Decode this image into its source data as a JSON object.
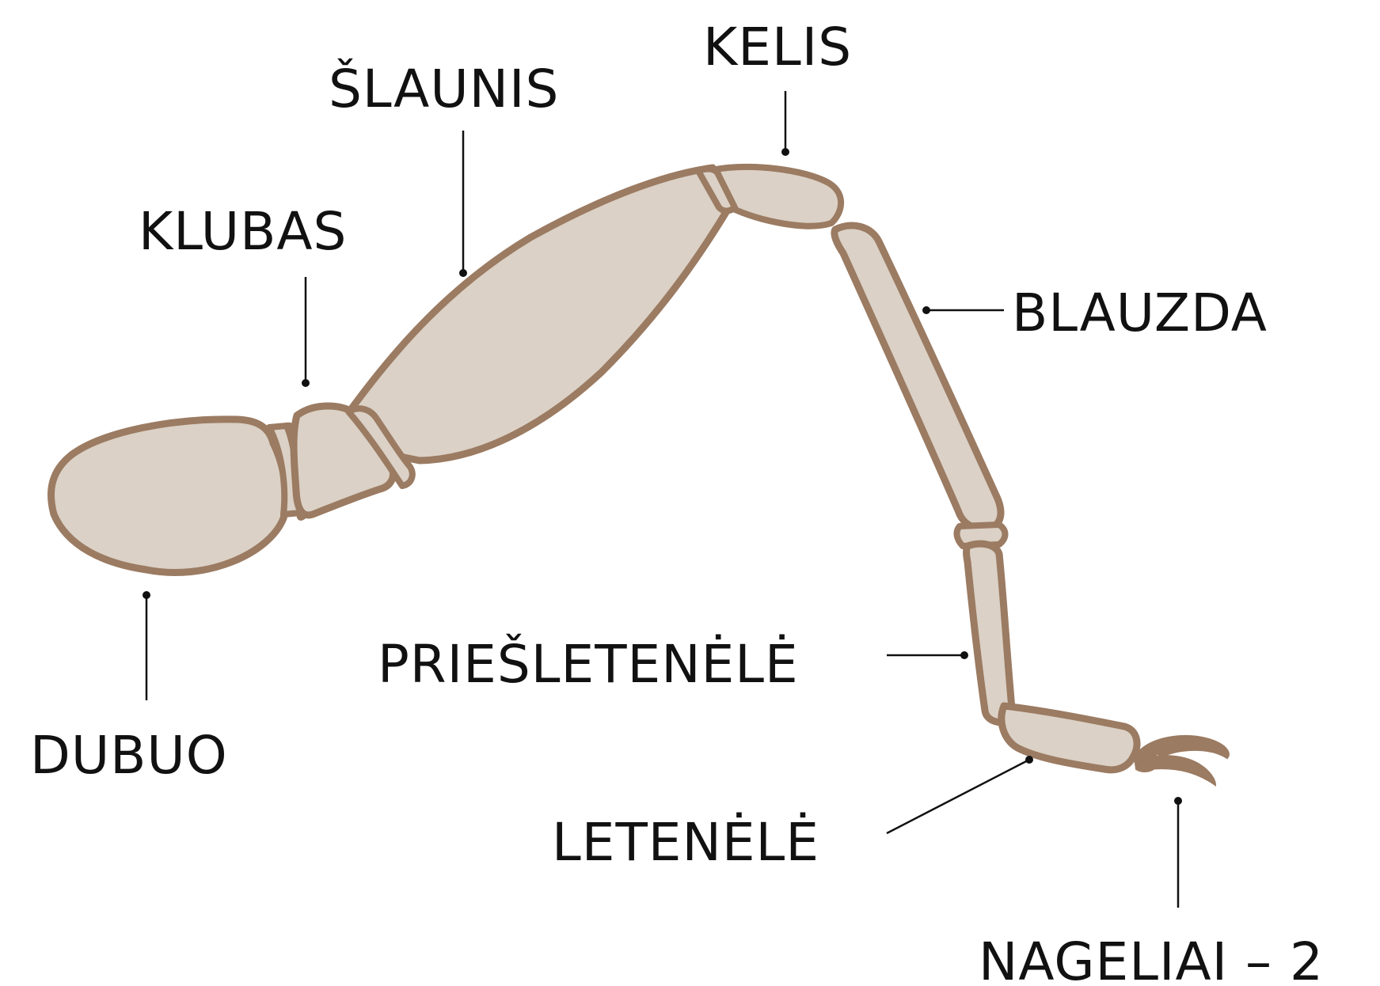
{
  "colors": {
    "fill": "#dbd1c6",
    "stroke": "#9b7b62",
    "text": "#111111"
  },
  "labels": {
    "kelis": "KELIS",
    "slaunis": "ŠLAUNIS",
    "klubas": "KLUBAS",
    "blauzda": "BLAUZDA",
    "dubuo": "DUBUO",
    "priesletenele": "PRIEŠLETENĖLĖ",
    "letenele": "LETENĖLĖ",
    "nageliai": "NAGELIAI – 2"
  }
}
